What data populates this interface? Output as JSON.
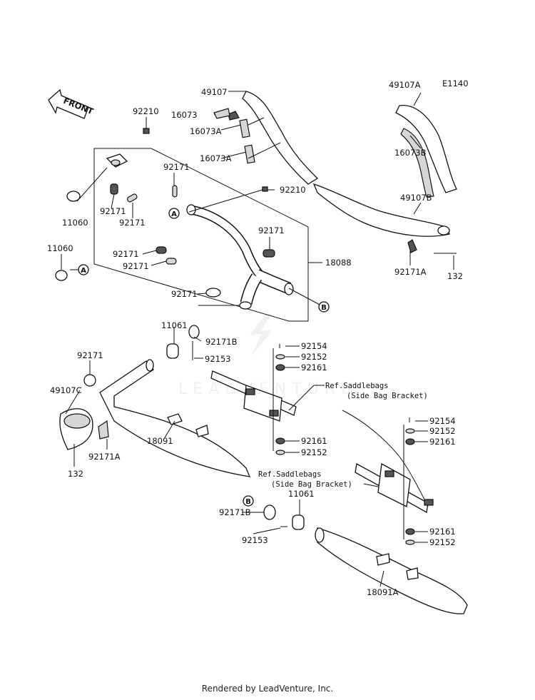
{
  "diagram_code": "E1140",
  "front_label": "FRONT",
  "watermark": "LEADVENTURE",
  "footer": "Rendered by LeadVenture, Inc.",
  "callouts": {
    "a": "A",
    "b": "B"
  },
  "parts": {
    "p92210_top": "92210",
    "p92210_mid": "92210",
    "p11060_top": "11060",
    "p11060_left": "11060",
    "p92171_a1": "92171",
    "p92171_a2": "92171",
    "p92171_a3": "92171",
    "p92171_a4": "92171",
    "p92171_a5": "92171",
    "p92171_a6": "92171",
    "p92171_a7": "92171",
    "p92171_heat": "92171",
    "p49107": "49107",
    "p16073": "16073",
    "p16073A_1": "16073A",
    "p16073A_2": "16073A",
    "p49107A": "49107A",
    "p16073B": "16073B",
    "p49107B": "49107B",
    "p92171A_r": "92171A",
    "p132_r": "132",
    "p18088": "18088",
    "p11061_top": "11061",
    "p92171B_top": "92171B",
    "p92153_top": "92153",
    "p92154_1": "92154",
    "p92152_1": "92152",
    "p92161_1": "92161",
    "p92161_2": "92161",
    "p92152_2": "92152",
    "p49107C": "49107C",
    "p92171A_l": "92171A",
    "p132_l": "132",
    "p18091": "18091",
    "p92154_2": "92154",
    "p92152_3": "92152",
    "p92161_3": "92161",
    "p11061_bot": "11061",
    "p92171B_bot": "92171B",
    "p92153_bot": "92153",
    "p92161_4": "92161",
    "p92152_4": "92152",
    "p18091A": "18091A"
  },
  "refs": {
    "saddle1_a": "Ref.Saddlebags",
    "saddle1_b": "(Side Bag Bracket)",
    "saddle2_a": "Ref.Saddlebags",
    "saddle2_b": "(Side Bag Bracket)"
  }
}
